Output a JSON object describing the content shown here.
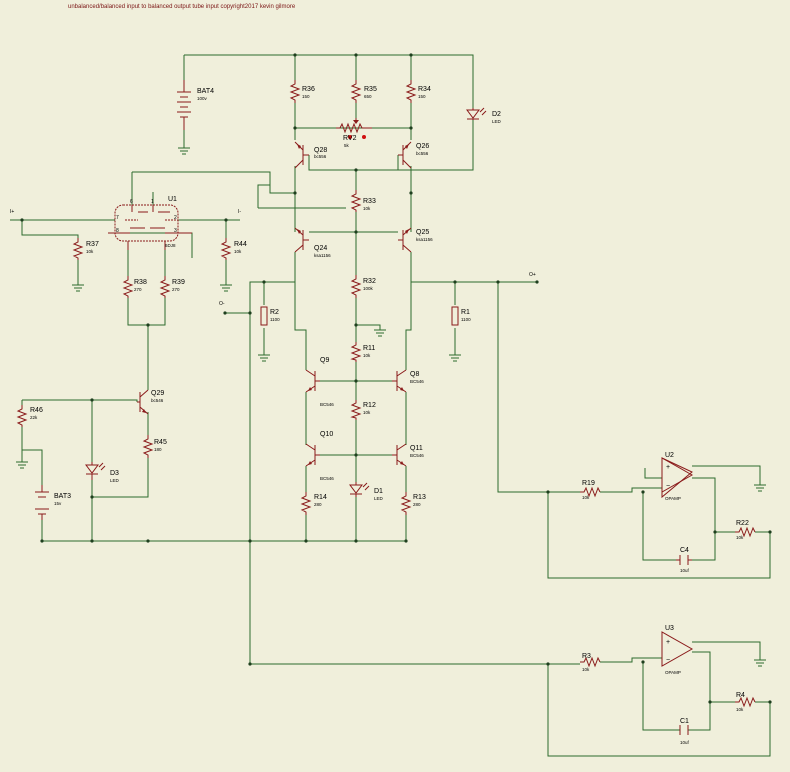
{
  "title": "unbalanced/balanced input to balanced output tube input copyright2017 kevin gilmore",
  "terminals": {
    "in_plus": "I+",
    "in_minus": "I-",
    "out_plus": "O+",
    "out_minus": "O-"
  },
  "U1": {
    "ref": "U1",
    "value": "6DJ8",
    "pins": [
      "7",
      "2",
      "8",
      "3",
      "6",
      "1"
    ]
  },
  "BAT4": {
    "ref": "BAT4",
    "value": "100v"
  },
  "BAT3": {
    "ref": "BAT3",
    "value": "15v"
  },
  "R36": {
    "ref": "R36",
    "value": "150"
  },
  "R35": {
    "ref": "R35",
    "value": "650"
  },
  "R34": {
    "ref": "R34",
    "value": "150"
  },
  "RV2": {
    "ref": "RV2",
    "value": "5k"
  },
  "D2": {
    "ref": "D2",
    "value": "LED"
  },
  "Q28": {
    "ref": "Q28",
    "value": "bc556"
  },
  "Q26": {
    "ref": "Q26",
    "value": "bc556"
  },
  "R33": {
    "ref": "R33",
    "value": "10k"
  },
  "R37": {
    "ref": "R37",
    "value": "10k"
  },
  "R44": {
    "ref": "R44",
    "value": "10k"
  },
  "Q24": {
    "ref": "Q24",
    "value": "ksa1156"
  },
  "Q25": {
    "ref": "Q25",
    "value": "ksa1156"
  },
  "R38": {
    "ref": "R38",
    "value": "270"
  },
  "R39": {
    "ref": "R39",
    "value": "270"
  },
  "R32": {
    "ref": "R32",
    "value": "100k"
  },
  "R2": {
    "ref": "R2",
    "value": "1100"
  },
  "R1": {
    "ref": "R1",
    "value": "1100"
  },
  "R11": {
    "ref": "R11",
    "value": "10k"
  },
  "Q9": {
    "ref": "Q9",
    "value": "BC546"
  },
  "Q8": {
    "ref": "Q8",
    "value": "BC546"
  },
  "R12": {
    "ref": "R12",
    "value": "10k"
  },
  "Q29": {
    "ref": "Q29",
    "value": "bc546"
  },
  "R46": {
    "ref": "R46",
    "value": "22k"
  },
  "R45": {
    "ref": "R45",
    "value": "180"
  },
  "Q10": {
    "ref": "Q10",
    "value": "BC546"
  },
  "Q11": {
    "ref": "Q11",
    "value": "BC546"
  },
  "D3": {
    "ref": "D3",
    "value": "LED"
  },
  "D1": {
    "ref": "D1",
    "value": "LED"
  },
  "R14": {
    "ref": "R14",
    "value": "280"
  },
  "R13": {
    "ref": "R13",
    "value": "280"
  },
  "U2": {
    "ref": "U2",
    "value": "OPAMP"
  },
  "U3": {
    "ref": "U3",
    "value": "OPAMP"
  },
  "R19": {
    "ref": "R19",
    "value": "10k"
  },
  "R22": {
    "ref": "R22",
    "value": "10k"
  },
  "C4": {
    "ref": "C4",
    "value": "10uf"
  },
  "R3": {
    "ref": "R3",
    "value": "10k"
  },
  "R4": {
    "ref": "R4",
    "value": "10k"
  },
  "C1": {
    "ref": "C1",
    "value": "10uf"
  },
  "opamp_signs": {
    "plus": "+",
    "minus": "−"
  },
  "colors": {
    "background": "#f0efdb",
    "wire": "#2d6b2d",
    "component": "#8a1a1a",
    "junction": "#1e3f1e",
    "probe": "#d01010"
  }
}
